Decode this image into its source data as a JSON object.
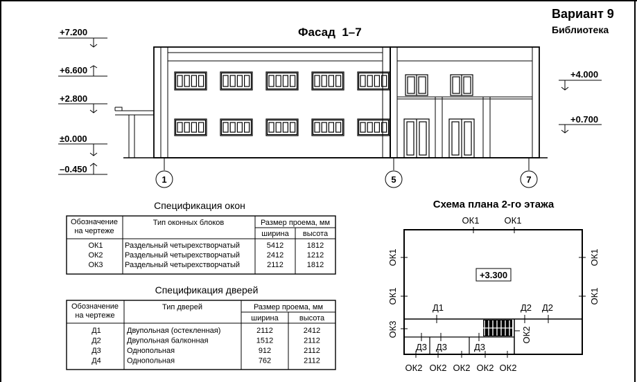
{
  "header": {
    "variant": "Вариант 9",
    "building": "Библиотека"
  },
  "facade": {
    "title": "Фасад  1–7",
    "levels_left": [
      "+7.200",
      "+6.600",
      "+2.800",
      "±0.000",
      "–0.450"
    ],
    "levels_right": [
      "+4.000",
      "+0.700"
    ],
    "axes": [
      "1",
      "5",
      "7"
    ]
  },
  "windows_spec": {
    "title": "Спецификация окон",
    "headers": {
      "mark": "Обозначение на чертеже",
      "type": "Тип оконных блоков",
      "size": "Размер проема, мм",
      "width": "ширина",
      "height": "высота"
    },
    "rows": [
      {
        "mark": "ОК1",
        "type": "Раздельный четырехстворчатый",
        "width": "5412",
        "height": "1812"
      },
      {
        "mark": "ОК2",
        "type": "Раздельный четырехстворчатый",
        "width": "2412",
        "height": "1212"
      },
      {
        "mark": "ОК3",
        "type": "Раздельный четырехстворчатый",
        "width": "2112",
        "height": "1812"
      }
    ]
  },
  "doors_spec": {
    "title": "Спецификация дверей",
    "headers": {
      "mark": "Обозначение на чертеже",
      "type": "Тип дверей",
      "size": "Размер проема, мм",
      "width": "ширина",
      "height": "высота"
    },
    "rows": [
      {
        "mark": "Д1",
        "type": "Двупольная (остекленная)",
        "width": "2112",
        "height": "2412"
      },
      {
        "mark": "Д2",
        "type": "Двупольная балконная",
        "width": "1512",
        "height": "2112"
      },
      {
        "mark": "Д3",
        "type": "Однопольная",
        "width": "912",
        "height": "2112"
      },
      {
        "mark": "Д4",
        "type": "Однопольная",
        "width": "762",
        "height": "2112"
      }
    ]
  },
  "plan": {
    "title": "Схема плана 2-го этажа",
    "level": "+3.300",
    "top_windows": [
      "ОК1",
      "ОК1"
    ],
    "left_windows": [
      "ОК1",
      "ОК1",
      "ОК3"
    ],
    "right_windows": [
      "ОК1",
      "ОК1"
    ],
    "doors_upper": [
      "Д1",
      "Д2",
      "Д2"
    ],
    "doors_lower": [
      "Д3",
      "Д3",
      "Д3"
    ],
    "inner_window": "ОК2",
    "bottom_windows": [
      "ОК2",
      "ОК2",
      "ОК2",
      "ОК2",
      "ОК2"
    ]
  }
}
